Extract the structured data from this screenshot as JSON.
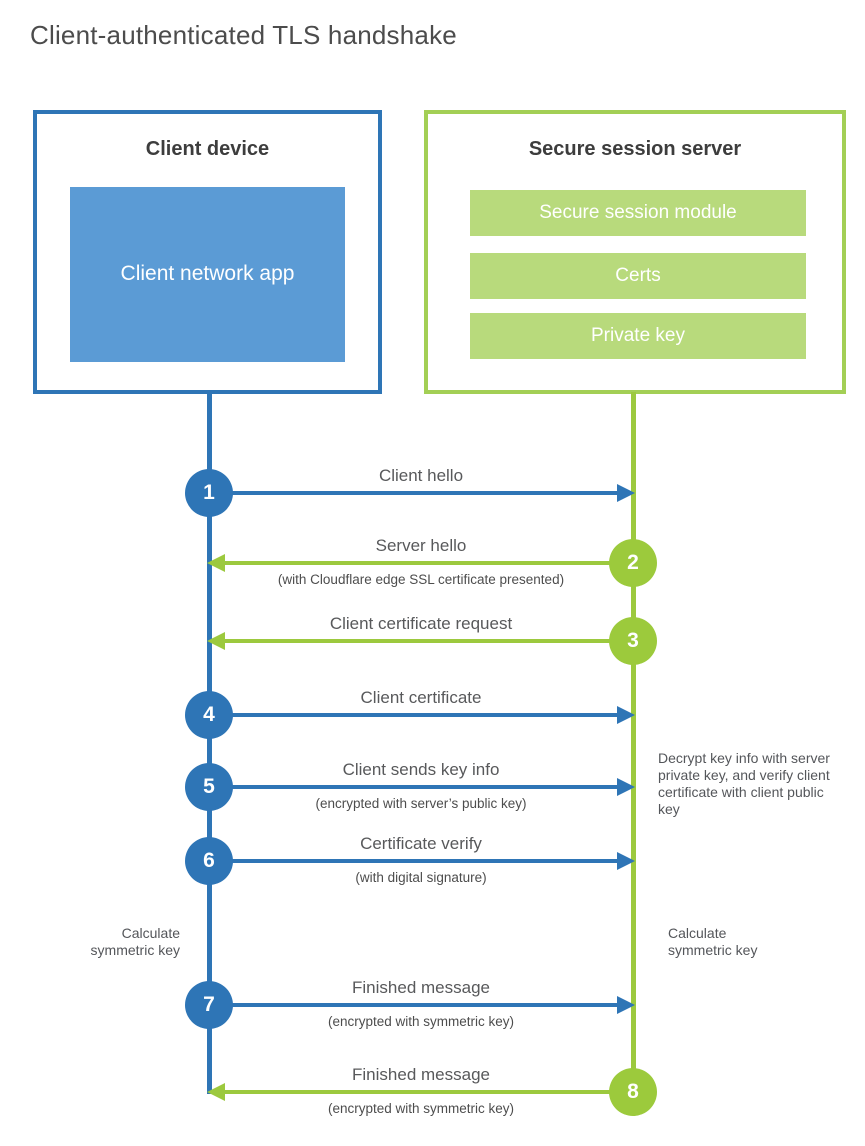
{
  "title": "Client-authenticated TLS handshake",
  "colors": {
    "blue_line": "#2e75b6",
    "blue_fill": "#5b9bd5",
    "green_line": "#9cc93e",
    "green_circle": "#9cca3c",
    "green_fill": "#b8da7c",
    "green_border": "#a3cf55"
  },
  "client_box": {
    "title": "Client device",
    "app_label": "Client network app"
  },
  "server_box": {
    "title": "Secure session server",
    "modules": [
      "Secure session module",
      "Certs",
      "Private key"
    ]
  },
  "steps": [
    {
      "num": "1",
      "label": "Client hello",
      "sublabel": ""
    },
    {
      "num": "2",
      "label": "Server hello",
      "sublabel": "(with Cloudflare edge SSL certificate presented)"
    },
    {
      "num": "3",
      "label": "Client certificate request",
      "sublabel": ""
    },
    {
      "num": "4",
      "label": "Client certificate",
      "sublabel": ""
    },
    {
      "num": "5",
      "label": "Client sends key info",
      "sublabel": "(encrypted with server’s public key)"
    },
    {
      "num": "6",
      "label": "Certificate verify",
      "sublabel": "(with digital signature)"
    },
    {
      "num": "7",
      "label": "Finished message",
      "sublabel": "(encrypted with symmetric key)"
    },
    {
      "num": "8",
      "label": "Finished message",
      "sublabel": "(encrypted with symmetric key)"
    }
  ],
  "annotations": {
    "decrypt_note": "Decrypt key info with server private key, and verify client certificate with client public key",
    "calculate_left": "Calculate symmetric key",
    "calculate_right": "Calculate symmetric key"
  }
}
